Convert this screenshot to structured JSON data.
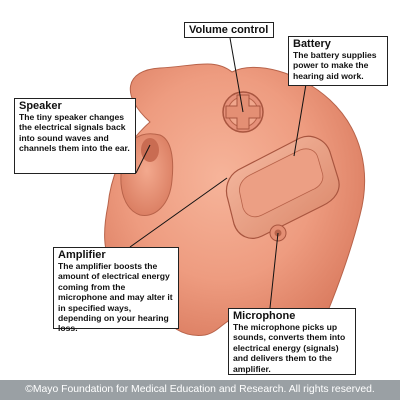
{
  "diagram": {
    "callouts": {
      "volume_control": {
        "title": "Volume control"
      },
      "battery": {
        "title": "Battery",
        "text": "The battery supplies power to make the hearing aid work."
      },
      "speaker": {
        "title": "Speaker",
        "text": "The tiny speaker changes the electrical signals back into sound waves and channels them into the ear."
      },
      "amplifier": {
        "title": "Amplifier",
        "text": "The amplifier boosts the amount of electrical energy coming from the microphone and may alter it in specified ways, depending on your hearing loss."
      },
      "microphone": {
        "title": "Microphone",
        "text": "The microphone picks up sounds, converts them into electrical energy (signals) and delivers them to the amplifier."
      }
    },
    "footer": "©Mayo Foundation for Medical Education and Research.  All rights reserved."
  }
}
